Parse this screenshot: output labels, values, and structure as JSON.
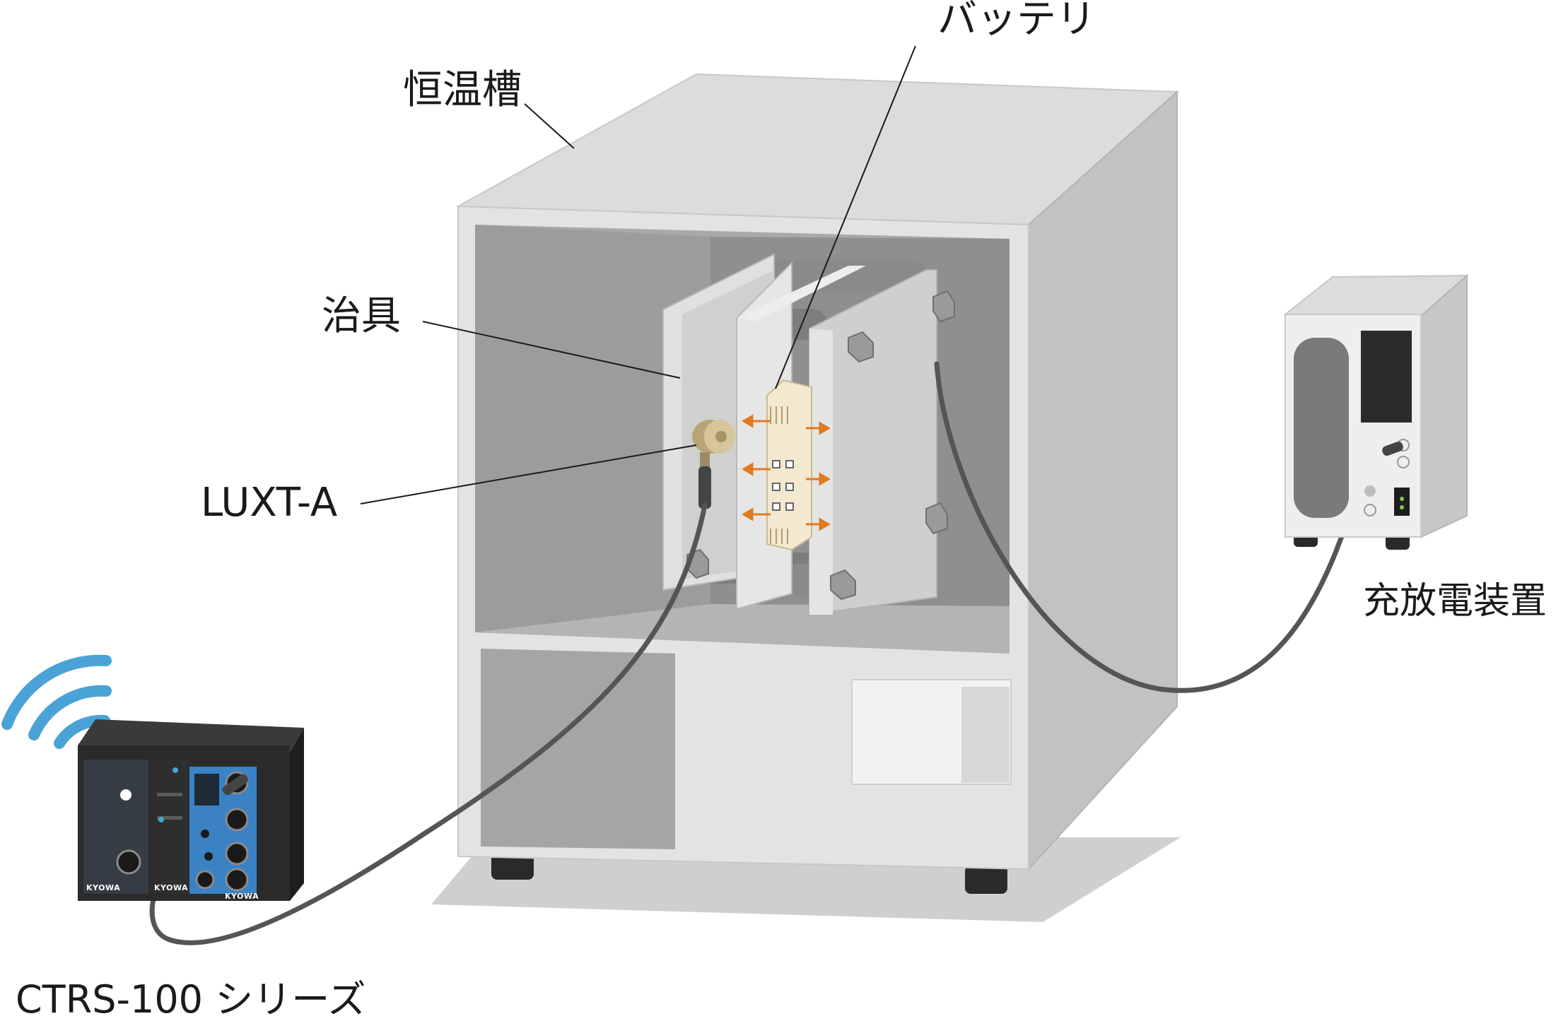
{
  "labels": {
    "chamber": "恒温槽",
    "battery": "バッテリ",
    "fixture": "治具",
    "sensor": "LUXT-A",
    "charger": "充放電装置",
    "logger": "CTRS-100 シリーズ"
  },
  "logger_brand": [
    "KYOWA",
    "KYOWA",
    "KYOWA"
  ],
  "colors": {
    "chamber_light": "#d9d9d9",
    "chamber_mid": "#c4c4c4",
    "chamber_dark": "#9a9a9a",
    "logger_body": "#2b2b2b",
    "logger_panel": "#3b82c4",
    "wireless": "#4aa3d6",
    "arrow": "#e07a1f",
    "battery": "#f2e6cc",
    "sensor": "#c9b98a",
    "cable": "#555555"
  },
  "icons": [
    "wireless-signal-icon",
    "expansion-arrow-icon"
  ]
}
